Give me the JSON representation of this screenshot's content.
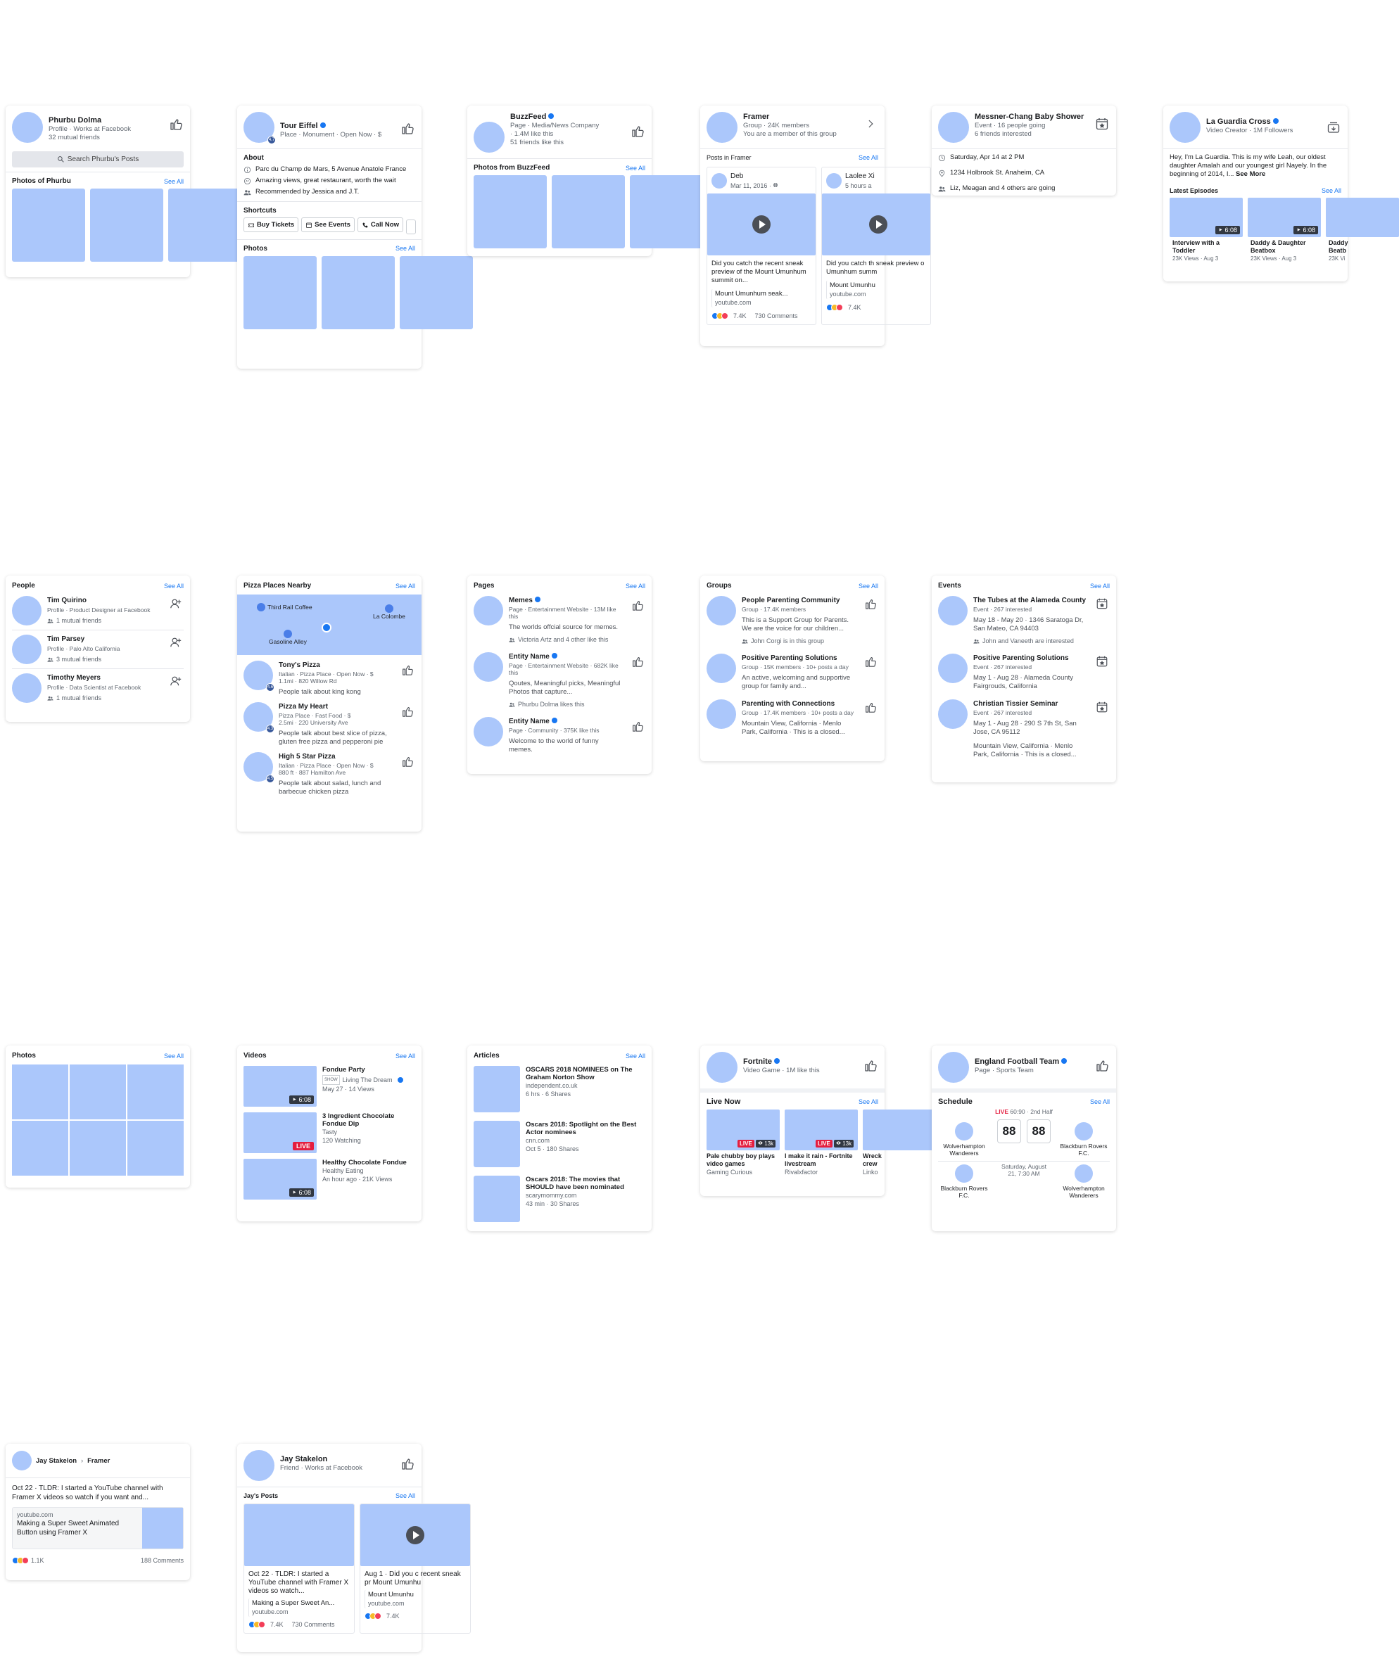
{
  "see_all": "See All",
  "profile": {
    "name": "Phurbu Dolma",
    "sub1": "Profile · Works at Facebook",
    "sub2": "32 mutual friends",
    "search_button": "Search Phurbu's Posts",
    "photos_title": "Photos of Phurbu"
  },
  "place": {
    "name": "Tour Eiffel",
    "rating": "4.7",
    "sub": "Place · Monument · Open Now · $",
    "about_title": "About",
    "about": [
      {
        "icon": "info-icon",
        "text": "Parc du Champ de Mars, 5 Avenue Anatole France"
      },
      {
        "icon": "quote-icon",
        "text": "Amazing views, great restaurant, worth the wait"
      },
      {
        "icon": "people-icon",
        "text": "Recommended by Jessica and J.T."
      }
    ],
    "shortcuts_title": "Shortcuts",
    "shortcuts": [
      "Buy Tickets",
      "See Events",
      "Call Now"
    ],
    "photos_title": "Photos"
  },
  "page": {
    "name": "BuzzFeed",
    "sub1": "Page · Media/News Company",
    "sub2": "· 1.4M like this",
    "sub3": "51 friends like this",
    "photos_title": "Photos from BuzzFeed"
  },
  "group": {
    "name": "Framer",
    "sub1": "Group · 24K members",
    "sub2": "You are a member of this group",
    "posts_title": "Posts in Framer",
    "posts": [
      {
        "author": "Deb",
        "date": "Mar 11, 2016 · ",
        "text": "Did you catch the recent sneak preview of the Mount Umunhum summit on...",
        "link_title": "Mount Umunhum seak...",
        "link_domain": "youtube.com",
        "likes": "7.4K",
        "comments": "730 Comments"
      },
      {
        "author": "Laolee Xi",
        "date": "5 hours a",
        "text": "Did you catch th sneak preview o Umunhum summ",
        "link_title": "Mount Umunhu",
        "link_domain": "youtube.com",
        "likes": "7.4K",
        "comments": ""
      }
    ]
  },
  "event": {
    "name": "Messner-Chang Baby Shower",
    "sub1": "Event · 16 people going",
    "sub2": "6 friends interested",
    "details": [
      {
        "icon": "clock-icon",
        "text": "Saturday, Apr 14 at 2 PM"
      },
      {
        "icon": "location-icon",
        "text": "1234 Holbrook St. Anaheim, CA"
      },
      {
        "icon": "people-icon",
        "text": "Liz, Meagan and 4 others are going"
      }
    ]
  },
  "creator": {
    "name": "La Guardia Cross",
    "sub": "Video Creator · 1M Followers",
    "bio": "Hey, I'm La Guardia. This is my wife Leah, our oldest daughter Amalah and our youngest girl Nayely. In the beginning of 2014, I...",
    "see_more": "See More",
    "episodes_title": "Latest Episodes",
    "episodes": [
      {
        "title": "Interview with a Toddler",
        "meta": "23K Views · Aug 3",
        "duration": "6:08"
      },
      {
        "title": "Daddy & Daughter Beatbox",
        "meta": "23K Views · Aug 3",
        "duration": "6:08"
      },
      {
        "title": "Daddy Beatb",
        "meta": "23K Vi",
        "duration": ""
      }
    ]
  },
  "people": {
    "title": "People",
    "items": [
      {
        "name": "Tim Quirino",
        "sub": "Profile · Product Designer at Facebook",
        "mutual": "1 mutual friends"
      },
      {
        "name": "Tim Parsey",
        "sub": "Profile · Palo Alto California",
        "mutual": "3 mutual friends"
      },
      {
        "name": "Timothy Meyers",
        "sub": "Profile · Data Scientist at Facebook",
        "mutual": "1 mutual friends"
      }
    ]
  },
  "places": {
    "title": "Pizza Places Nearby",
    "map_pins": [
      "Third Rail Coffee",
      "La Colombe",
      "Gasoline Alley"
    ],
    "items": [
      {
        "name": "Tony's Pizza",
        "rating": "4.6",
        "sub1": "Italian · Pizza Place · Open Now · $",
        "sub2": "1.1mi · 820 Willow Rd",
        "desc": "People talk about king kong"
      },
      {
        "name": "Pizza My Heart",
        "rating": "4.3",
        "sub1": "Pizza Place · Fast Food · $",
        "sub2": "2.5mi · 220 University Ave",
        "desc": "People talk about best slice of pizza, gluten free pizza and pepperoni pie"
      },
      {
        "name": "High 5 Star Pizza",
        "rating": "4.5",
        "sub1": "Italian · Pizza Place · Open Now · $",
        "sub2": "880 ft · 887 Hamilton Ave",
        "desc": "People talk about salad, lunch and barbecue chicken pizza"
      }
    ]
  },
  "pages": {
    "title": "Pages",
    "items": [
      {
        "name": "Memes",
        "sub": "Page · Entertainment Website · 13M like this",
        "desc": "The worlds offcial source for memes.",
        "social": "Victoria Artz and 4 other like this"
      },
      {
        "name": "Entity Name",
        "sub": "Page · Entertainment Website · 682K like this",
        "desc": "Qoutes, Meaningful picks, Meaningful Photos that capture...",
        "social": "Phurbu Dolma likes this"
      },
      {
        "name": "Entity Name",
        "sub": "Page · Community · 375K like this",
        "desc": "Welcome to the world of funny memes.",
        "social": ""
      }
    ]
  },
  "groups": {
    "title": "Groups",
    "items": [
      {
        "name": "People Parenting Community",
        "sub": "Group · 17.4K members",
        "desc": "This is a Support Group for Parents. We are the voice for our children...",
        "social": "John Corgi is in this group"
      },
      {
        "name": "Positive Parenting Solutions",
        "sub": "Group · 15K members · 10+ posts a day",
        "desc": "An active, welcoming and supportive group for family and...",
        "social": ""
      },
      {
        "name": "Parenting with Connections",
        "sub": "Group · 17.4K members · 10+ posts a day",
        "desc": "Mountain View, California · Menlo Park, California · This is a closed...",
        "social": ""
      }
    ]
  },
  "events": {
    "title": "Events",
    "items": [
      {
        "name": "The Tubes at the Alameda County",
        "sub": "Event · 267 interested",
        "desc": "May 18 - May 20 · 1346 Saratoga Dr, San Mateo, CA 94403",
        "social": "John and Vaneeth are interested"
      },
      {
        "name": "Positive Parenting Solutions",
        "sub": "Event · 267 interested",
        "desc": "May 1 - Aug 28 · Alameda County Fairgrouds, California",
        "social": ""
      },
      {
        "name": "Christian Tissier Seminar",
        "sub": "Event · 267 interested",
        "desc": "May 1 - Aug 28 · 290 S 7th St, San Jose, CA 95112",
        "desc2": "Mountain View, California · Menlo Park, California · This is a closed...",
        "social": ""
      }
    ]
  },
  "photos": {
    "title": "Photos"
  },
  "videos": {
    "title": "Videos",
    "items": [
      {
        "title": "Fondue Party",
        "badge": "SHOW",
        "channel": "Living The Dream",
        "meta": "May 27 · 14 Views",
        "duration": "6:08",
        "live": false
      },
      {
        "title": "3 Ingredient Chocolate Fondue Dip",
        "badge": "",
        "channel": "Tasty",
        "meta": "120 Watching",
        "duration": "LIVE",
        "live": true
      },
      {
        "title": "Healthy Chocolate Fondue",
        "badge": "",
        "channel": "Healthy Eating",
        "meta": "An hour ago · 21K Views",
        "duration": "6:08",
        "live": false
      }
    ]
  },
  "articles": {
    "title": "Articles",
    "items": [
      {
        "title": "OSCARS 2018 NOMINEES on The Graham Norton Show",
        "domain": "independent.co.uk",
        "meta": "6 hrs · 6 Shares"
      },
      {
        "title": "Oscars 2018: Spotlight on the Best Actor nominees",
        "domain": "cnn.com",
        "meta": "Oct 5 · 180 Shares"
      },
      {
        "title": "Oscars 2018: The movies that SHOULD have been nominated",
        "domain": "scarymommy.com",
        "meta": "43 min · 30 Shares"
      }
    ]
  },
  "game": {
    "name": "Fortnite",
    "sub": "Video Game · 1M like this",
    "live_title": "Live Now",
    "live_label": "LIVE",
    "items": [
      {
        "title": "Pale chubby boy plays video games",
        "channel": "Gaming Curious",
        "views": "13k"
      },
      {
        "title": "I make it rain - Fortnite livestream",
        "channel": "Rivalxfactor",
        "views": "13k"
      },
      {
        "title": "Wreck crew",
        "channel": "Linko",
        "views": ""
      }
    ]
  },
  "team": {
    "name": "England Football Team",
    "sub": "Page · Sports Team",
    "schedule_title": "Schedule",
    "live_label": "LIVE",
    "match_status": "60:90 · 2nd Half",
    "home": "Wolverhampton Wanderers",
    "away": "Blackburn Rovers F.C.",
    "score_home": "88",
    "score_away": "88",
    "next_home": "Blackburn Rovers F.C.",
    "next_away": "Wolverhampton Wanderers",
    "next_time": "Saturday, August 21, 7:30 AM"
  },
  "post": {
    "author": "Jay Stakelon",
    "target": "Framer",
    "text": "Oct 22 · TLDR: I started a YouTube channel with Framer X videos so watch if you want and...",
    "link_domain": "youtube.com",
    "link_title": "Making a Super Sweet Animated Button using Framer X",
    "likes": "1.1K",
    "comments": "188 Comments"
  },
  "friend": {
    "name": "Jay Stakelon",
    "sub": "Friend · Works at Facebook",
    "posts_title": "Jay's Posts",
    "posts": [
      {
        "text": "Oct 22 · TLDR: I started a YouTube channel with Framer X videos so watch...",
        "link_title": "Making a Super Sweet An...",
        "link_domain": "youtube.com",
        "likes": "7.4K",
        "comments": "730 Comments"
      },
      {
        "text": "Aug 1 · Did you c recent sneak pr Mount Umunhu",
        "link_title": "Mount Umunhu",
        "link_domain": "youtube.com",
        "likes": "7.4K",
        "comments": ""
      }
    ]
  },
  "colors": {
    "accent": "#1877f2",
    "placeholder": "#abc7fb",
    "live": "#e41e3f"
  }
}
